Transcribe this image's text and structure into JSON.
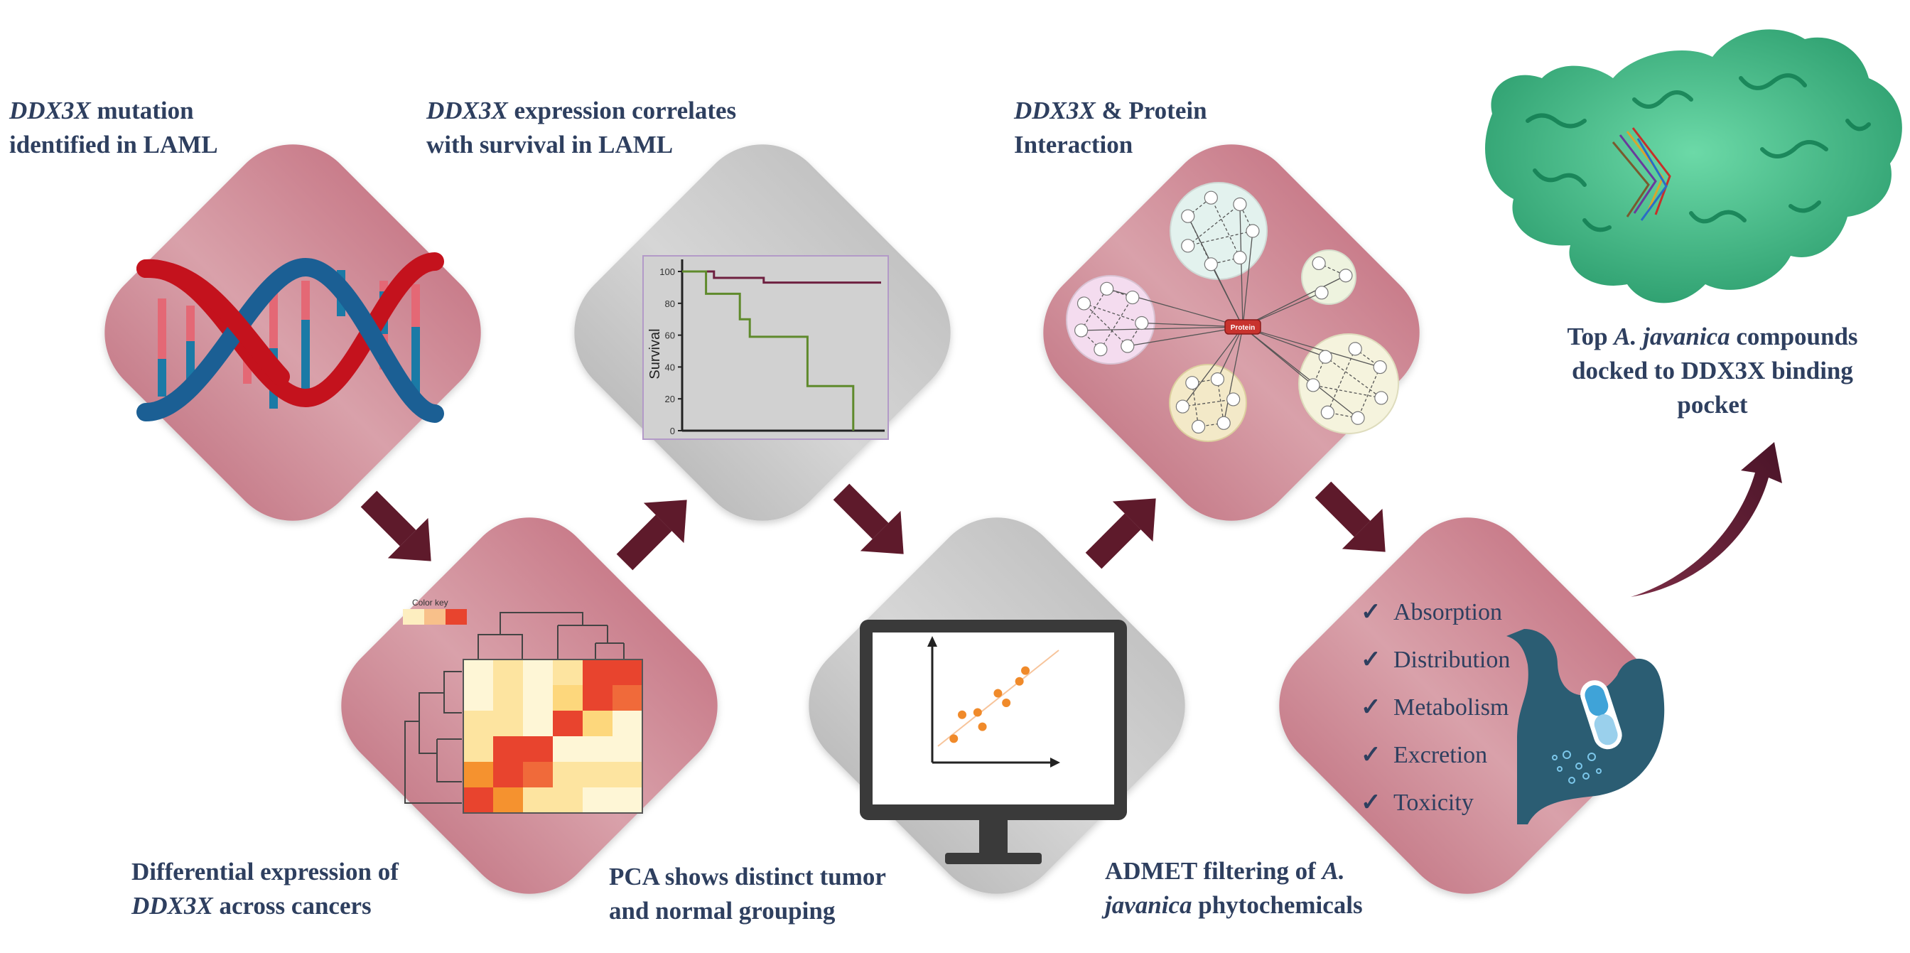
{
  "steps": [
    {
      "id": "mutation",
      "label_em": "DDX3X",
      "label_rest": " mutation",
      "label_line2": "identified in LAML"
    },
    {
      "id": "differential",
      "label_line1": "Differential expression of",
      "label_em": "DDX3X",
      "label_rest": " across cancers"
    },
    {
      "id": "survival",
      "label_em": "DDX3X",
      "label_rest": " expression correlates",
      "label_line2": "with survival in LAML"
    },
    {
      "id": "pca",
      "label_line1": "PCA shows distinct tumor",
      "label_line2": "and normal grouping"
    },
    {
      "id": "ppi",
      "label_em": "DDX3X",
      "label_rest": " & Protein",
      "label_line2": "Interaction"
    },
    {
      "id": "admet",
      "label_line1_pre": "ADMET filtering of ",
      "label_line1_em": "A.",
      "label_line2_em": "javanica",
      "label_line2_rest": " phytochemicals"
    },
    {
      "id": "docking",
      "label_line1_pre": "Top ",
      "label_line1_em": "A. javanica",
      "label_line1_rest": " compounds",
      "label_line2": "docked to DDX3X binding",
      "label_line3": "pocket"
    }
  ],
  "heatmap": {
    "color_key_label": "Color key",
    "rows": [
      [
        "#fef6d6",
        "#fde4a0",
        "#fef6d6",
        "#fde4a0",
        "#e8442e",
        "#e8442e"
      ],
      [
        "#fef6d6",
        "#fde4a0",
        "#fef6d6",
        "#fdd77c",
        "#e8442e",
        "#f06a3a"
      ],
      [
        "#fde4a0",
        "#fde4a0",
        "#fef6d6",
        "#e8442e",
        "#fdd77c",
        "#fef6d6"
      ],
      [
        "#fde4a0",
        "#e8442e",
        "#e8442e",
        "#fef6d6",
        "#fef6d6",
        "#fef6d6"
      ],
      [
        "#f5922f",
        "#e8442e",
        "#f06a3a",
        "#fde4a0",
        "#fde4a0",
        "#fde4a0"
      ],
      [
        "#e8442e",
        "#f5922f",
        "#fde4a0",
        "#fde4a0",
        "#fef6d6",
        "#fef6d6"
      ]
    ]
  },
  "chart_data": {
    "type": "line",
    "title": "",
    "xlabel": "",
    "ylabel": "Survival",
    "yticks": [
      "0",
      "20",
      "40",
      "60",
      "80",
      "100"
    ],
    "ylim": [
      0,
      100
    ],
    "xlim": [
      0,
      10
    ],
    "series": [
      {
        "color": "#6e2040",
        "points": [
          [
            0,
            100
          ],
          [
            1.6,
            100
          ],
          [
            1.6,
            96
          ],
          [
            4.1,
            96
          ],
          [
            4.1,
            93
          ],
          [
            10,
            93
          ]
        ]
      },
      {
        "color": "#5f8a2c",
        "points": [
          [
            0,
            100
          ],
          [
            1.2,
            100
          ],
          [
            1.2,
            86
          ],
          [
            2.9,
            86
          ],
          [
            2.9,
            70
          ],
          [
            3.4,
            70
          ],
          [
            3.4,
            59
          ],
          [
            6.3,
            59
          ],
          [
            6.3,
            34
          ],
          [
            6.3,
            28
          ],
          [
            8.6,
            28
          ],
          [
            8.6,
            0
          ]
        ]
      }
    ]
  },
  "pca_points": [
    [
      0.18,
      0.2
    ],
    [
      0.25,
      0.4
    ],
    [
      0.38,
      0.42
    ],
    [
      0.42,
      0.3
    ],
    [
      0.55,
      0.58
    ],
    [
      0.62,
      0.5
    ],
    [
      0.73,
      0.68
    ],
    [
      0.78,
      0.77
    ]
  ],
  "admet": {
    "check": "✓",
    "items": [
      "Absorption",
      "Distribution",
      "Metabolism",
      "Excretion",
      "Toxicity"
    ]
  },
  "network": {
    "hub_label": "Protein",
    "node_label": "Protein"
  },
  "colors": {
    "pink_diamond": "#d89aa3",
    "grey_diamond": "#cbcbcb",
    "arrow": "#5e1a2b",
    "label": "#2e3f5f",
    "dna_red": "#c4121d",
    "dna_blue": "#1b5f94",
    "protein_green": "#2eb37c",
    "stomach": "#2b5d73"
  }
}
